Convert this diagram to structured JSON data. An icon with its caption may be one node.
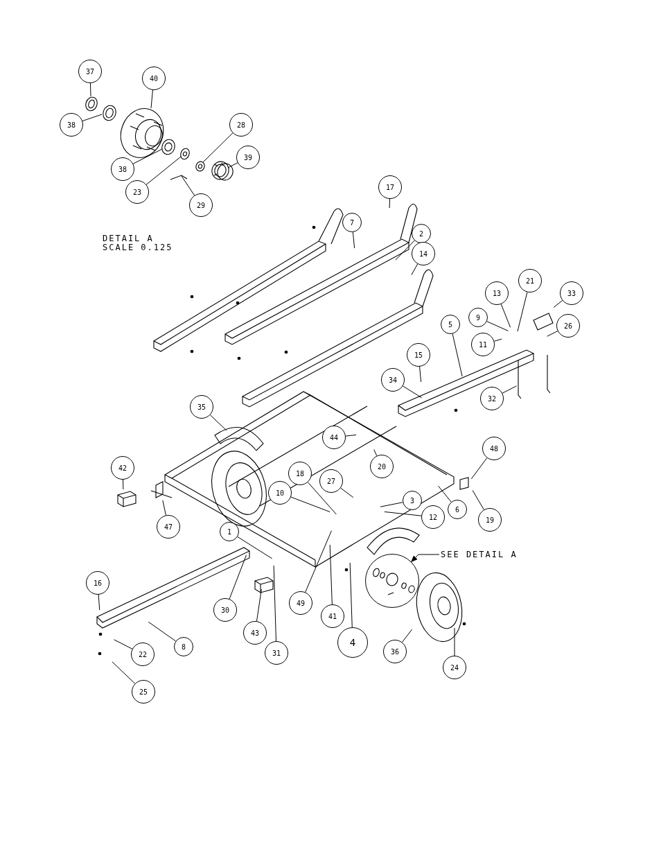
{
  "diagram": {
    "nodes": [
      {
        "text": [
          "37"
        ]
      },
      {
        "text": [
          "40"
        ]
      },
      {
        "text": [
          "38"
        ]
      },
      {
        "text": [
          "38"
        ]
      },
      {
        "text": [
          "23"
        ]
      },
      {
        "text": [
          "28"
        ]
      },
      {
        "text": [
          "39"
        ]
      },
      {
        "text": [
          "29"
        ]
      },
      {
        "text": [
          "17"
        ]
      },
      {
        "text": [
          "7"
        ]
      },
      {
        "text": [
          "2"
        ]
      },
      {
        "text": [
          "14"
        ]
      },
      {
        "text": [
          "13"
        ]
      },
      {
        "text": [
          "21"
        ]
      },
      {
        "text": [
          "33"
        ]
      },
      {
        "text": [
          "9"
        ]
      },
      {
        "text": [
          "11"
        ]
      },
      {
        "text": [
          "26"
        ]
      },
      {
        "text": [
          "5"
        ]
      },
      {
        "text": [
          "15"
        ]
      },
      {
        "text": [
          "34"
        ]
      },
      {
        "text": [
          "32"
        ]
      },
      {
        "text": [
          "35"
        ]
      },
      {
        "text": [
          "44"
        ]
      },
      {
        "text": [
          "20"
        ]
      },
      {
        "text": [
          "42"
        ]
      },
      {
        "text": [
          "48"
        ]
      },
      {
        "text": [
          "18"
        ]
      },
      {
        "text": [
          "27"
        ]
      },
      {
        "text": [
          "10"
        ]
      },
      {
        "text": [
          "3"
        ]
      },
      {
        "text": [
          "12"
        ]
      },
      {
        "text": [
          "6"
        ]
      },
      {
        "text": [
          "19"
        ]
      },
      {
        "text": [
          "47"
        ]
      },
      {
        "text": [
          "1"
        ]
      },
      {
        "text": [
          "49"
        ]
      },
      {
        "text": [
          "41"
        ]
      },
      {
        "text": [
          "4"
        ]
      },
      {
        "text": [
          "30"
        ]
      },
      {
        "text": [
          "43"
        ]
      },
      {
        "text": [
          "31"
        ]
      },
      {
        "text": [
          "16"
        ]
      },
      {
        "text": [
          "22"
        ]
      },
      {
        "text": [
          "8"
        ]
      },
      {
        "text": [
          "25"
        ]
      },
      {
        "text": [
          "36"
        ]
      },
      {
        "text": [
          "24"
        ]
      },
      {
        "text": [
          "SEE DETAIL A"
        ]
      },
      {
        "text": [],
        "shape": "circle"
      },
      {
        "text": [],
        "shape": "picture"
      },
      {
        "text": [],
        "shape": "picture"
      },
      {
        "text": [],
        "shape": "picture"
      },
      {
        "text": [],
        "shape": "picture"
      },
      {
        "text": [],
        "shape": "picture"
      },
      {
        "text": [],
        "shape": "picture"
      },
      {
        "text": [],
        "shape": "picture"
      },
      {
        "text": [],
        "shape": "picture"
      }
    ],
    "edges": [
      {
        "from": 0,
        "to": 50,
        "arrow": "none"
      },
      {
        "from": 1,
        "to": 52,
        "arrow": "none"
      },
      {
        "from": 2,
        "to": 51,
        "arrow": "none"
      },
      {
        "from": 3,
        "to": 53,
        "arrow": "none"
      },
      {
        "from": 4,
        "to": 55,
        "arrow": "none"
      },
      {
        "from": 5,
        "to": 56,
        "arrow": "none"
      },
      {
        "from": 6,
        "to": 57,
        "arrow": "none"
      },
      {
        "from": 7,
        "to": 54,
        "arrow": "none"
      },
      {
        "from": 8,
        "to": null,
        "arrow": "none"
      },
      {
        "from": 9,
        "to": null,
        "arrow": "none"
      },
      {
        "from": 10,
        "to": null,
        "arrow": "none"
      },
      {
        "from": 11,
        "to": null,
        "arrow": "none"
      },
      {
        "from": 12,
        "to": null,
        "arrow": "none"
      },
      {
        "from": 13,
        "to": null,
        "arrow": "none"
      },
      {
        "from": 14,
        "to": null,
        "arrow": "none"
      },
      {
        "from": 15,
        "to": null,
        "arrow": "none"
      },
      {
        "from": 16,
        "to": null,
        "arrow": "none"
      },
      {
        "from": 17,
        "to": null,
        "arrow": "none"
      },
      {
        "from": 18,
        "to": null,
        "arrow": "none"
      },
      {
        "from": 19,
        "to": null,
        "arrow": "none"
      },
      {
        "from": 20,
        "to": null,
        "arrow": "none"
      },
      {
        "from": 21,
        "to": null,
        "arrow": "none"
      },
      {
        "from": 22,
        "to": null,
        "arrow": "none"
      },
      {
        "from": 23,
        "to": null,
        "arrow": "none"
      },
      {
        "from": 24,
        "to": null,
        "arrow": "none"
      },
      {
        "from": 25,
        "to": null,
        "arrow": "none"
      },
      {
        "from": 26,
        "to": null,
        "arrow": "none"
      },
      {
        "from": 27,
        "to": null,
        "arrow": "none"
      },
      {
        "from": 28,
        "to": null,
        "arrow": "none"
      },
      {
        "from": 29,
        "to": null,
        "arrow": "none"
      },
      {
        "from": 30,
        "to": null,
        "arrow": "none"
      },
      {
        "from": 31,
        "to": null,
        "arrow": "none"
      },
      {
        "from": 32,
        "to": null,
        "arrow": "none"
      },
      {
        "from": 33,
        "to": null,
        "arrow": "none"
      },
      {
        "from": 34,
        "to": null,
        "arrow": "none"
      },
      {
        "from": 35,
        "to": null,
        "arrow": "none"
      },
      {
        "from": 36,
        "to": null,
        "arrow": "none"
      },
      {
        "from": 37,
        "to": null,
        "arrow": "none"
      },
      {
        "from": 38,
        "to": null,
        "arrow": "none"
      },
      {
        "from": 39,
        "to": null,
        "arrow": "none"
      },
      {
        "from": 40,
        "to": null,
        "arrow": "none"
      },
      {
        "from": 41,
        "to": null,
        "arrow": "none"
      },
      {
        "from": 42,
        "to": null,
        "arrow": "none"
      },
      {
        "from": 43,
        "to": null,
        "arrow": "none"
      },
      {
        "from": 44,
        "to": null,
        "arrow": "none"
      },
      {
        "from": 45,
        "to": null,
        "arrow": "none"
      },
      {
        "from": 46,
        "to": null,
        "arrow": "none"
      },
      {
        "from": 47,
        "to": null,
        "arrow": "none"
      },
      {
        "from": 48,
        "to": 49,
        "arrow": "to"
      }
    ],
    "labels": [
      "DETAIL A",
      "SCALE 0.125"
    ]
  }
}
